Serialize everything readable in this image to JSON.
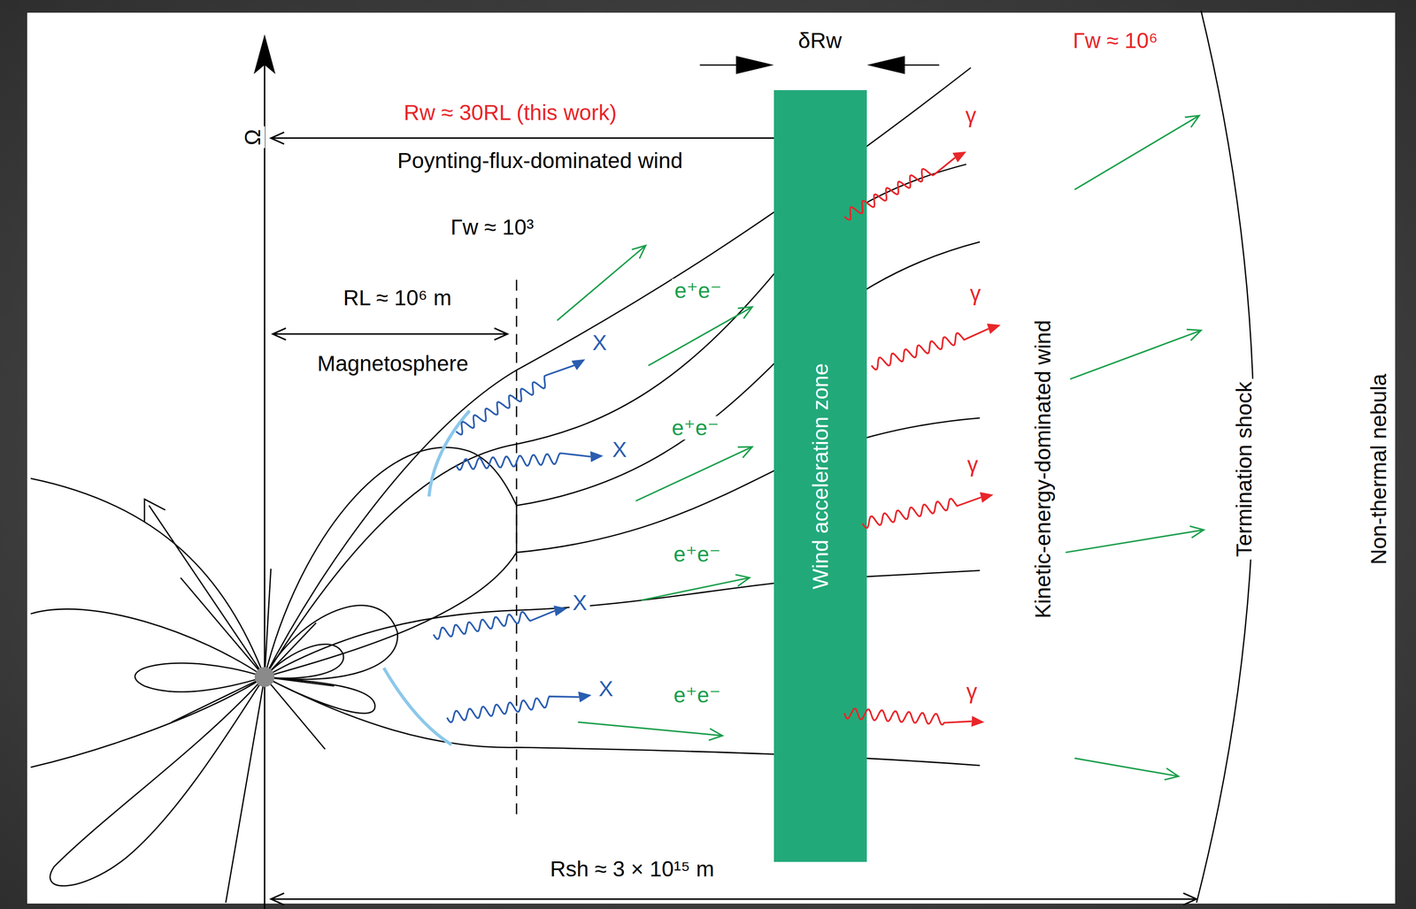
{
  "diagram": {
    "nodes": [
      {
        "text": [
          "Wind acceleration zone"
        ]
      }
    ],
    "labels": [
      "δRw",
      "Γw ≈ 10⁶",
      "Ω",
      "Rw ≈ 30RL (this work)",
      "Poynting-flux-dominated wind",
      "Γw ≈ 10³",
      "RL ≈ 10⁶ m",
      "Magnetosphere",
      "e⁺e⁻",
      "e⁺e⁻",
      "e⁺e⁻",
      "e⁺e⁻",
      "X",
      "X",
      "X",
      "X",
      "γ",
      "γ",
      "γ",
      "γ",
      "Kinetic-energy-dominated wind",
      "Termination shock",
      "Non-thermal nebula",
      "Rsh ≈ 3 × 10¹⁵ m"
    ]
  }
}
